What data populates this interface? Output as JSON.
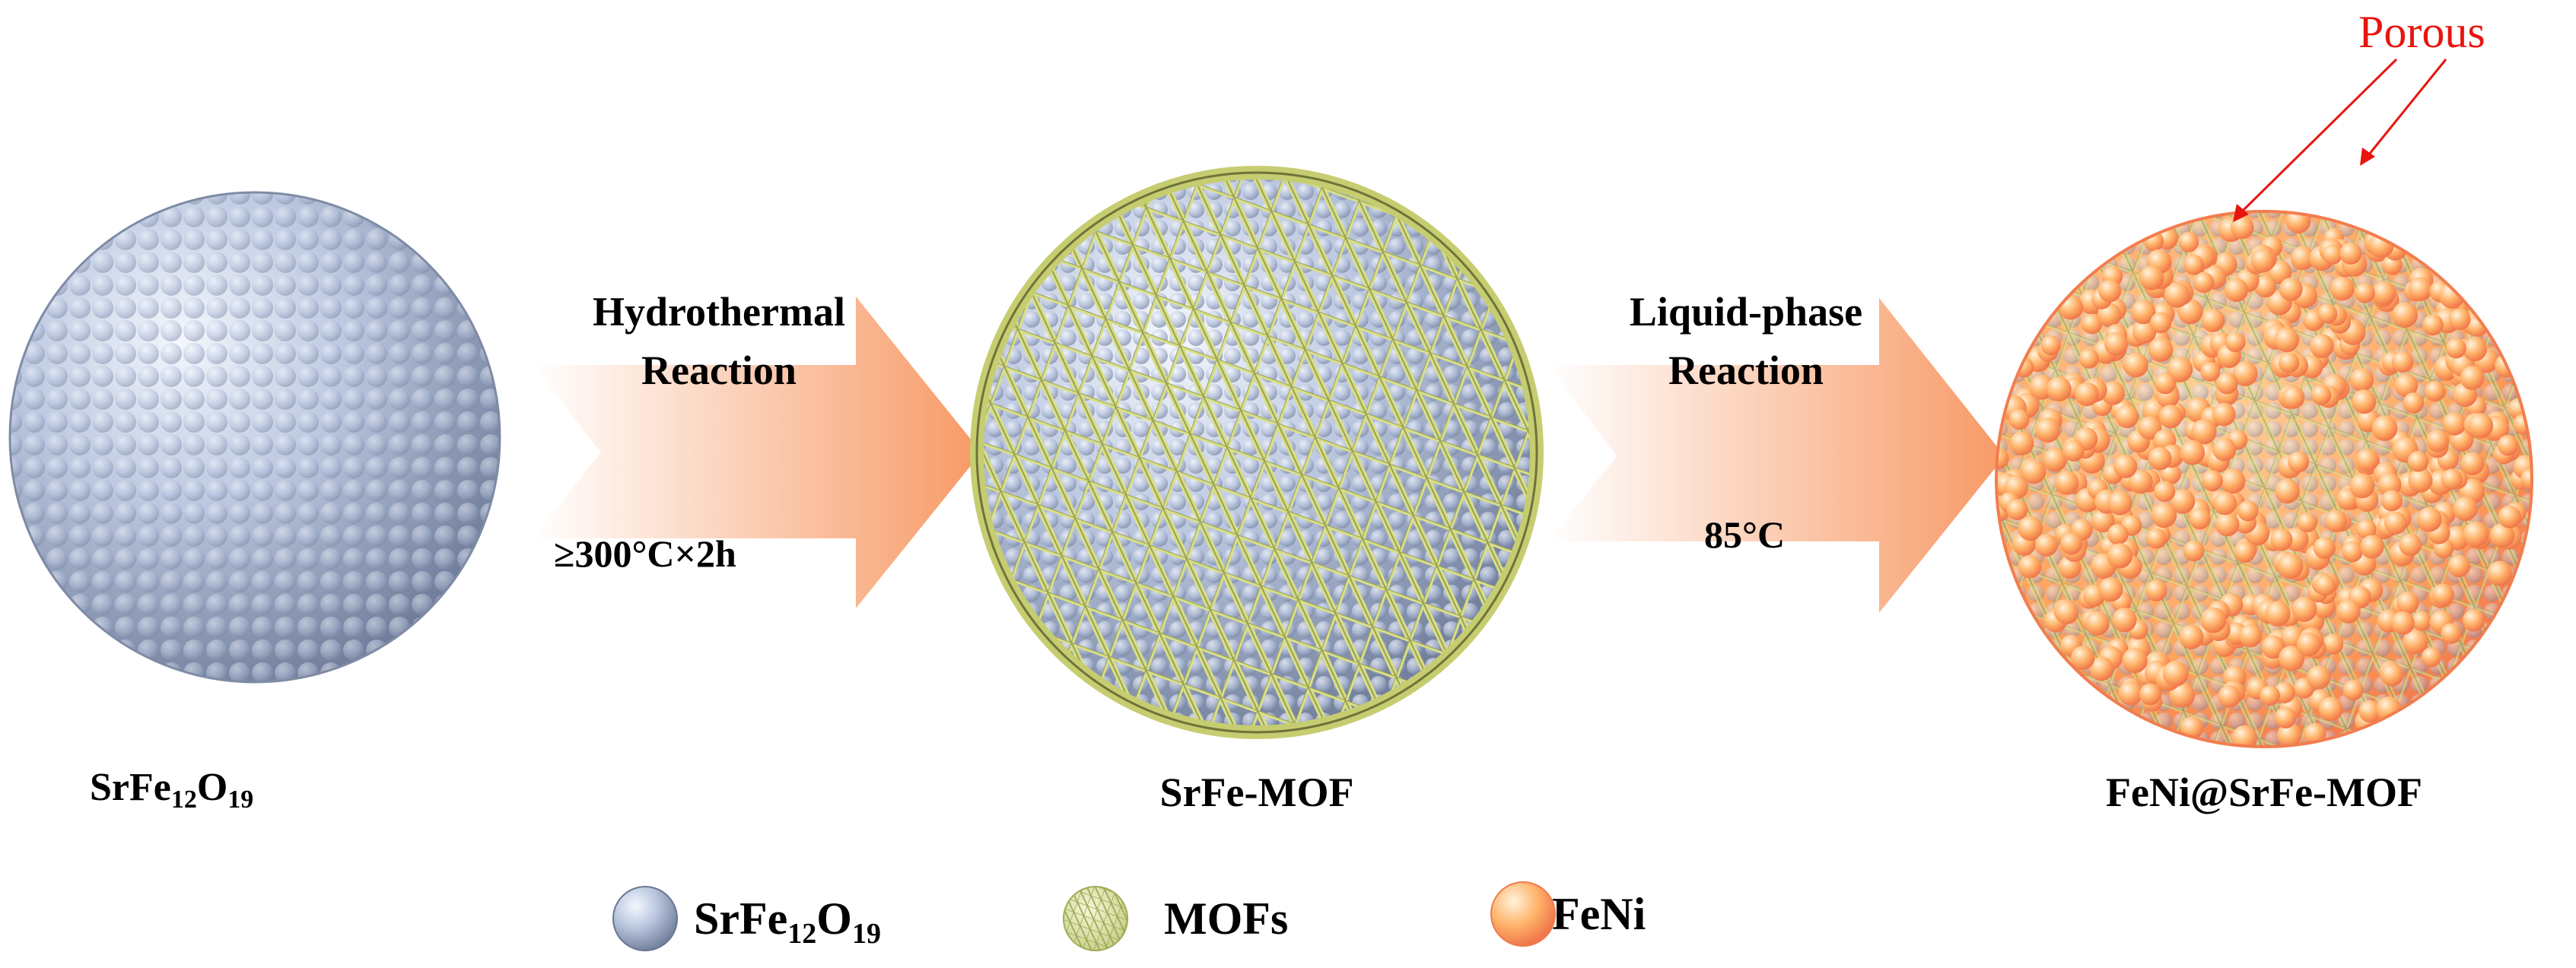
{
  "stages": {
    "precursor": {
      "label_main": "SrFe",
      "label_sub1": "12",
      "label_mid": "O",
      "label_sub2": "19"
    },
    "mof": {
      "label": "SrFe-MOF"
    },
    "composite": {
      "label": "FeNi@SrFe-MOF"
    }
  },
  "step1": {
    "line1": "Hydrothermal",
    "line2": "Reaction",
    "condition": "≥300°C×2h"
  },
  "step2": {
    "line1": "Liquid-phase",
    "line2": "Reaction",
    "condition": "85°C"
  },
  "annotation": {
    "porous": "Porous"
  },
  "legend": [
    {
      "name": "SrFe",
      "sub1": "12",
      "mid": "O",
      "sub2": "19",
      "icon": "sphere-blue"
    },
    {
      "name": "MOFs",
      "icon": "sphere-mesh"
    },
    {
      "name": "FeNi",
      "icon": "sphere-orange"
    }
  ],
  "colors": {
    "srfe_sphere": "#b9c5dd",
    "mof_frame": "#d9e08a",
    "feni": "#ffb46b",
    "arrow": "#f7a06e",
    "porous_text": "#e8150f"
  }
}
